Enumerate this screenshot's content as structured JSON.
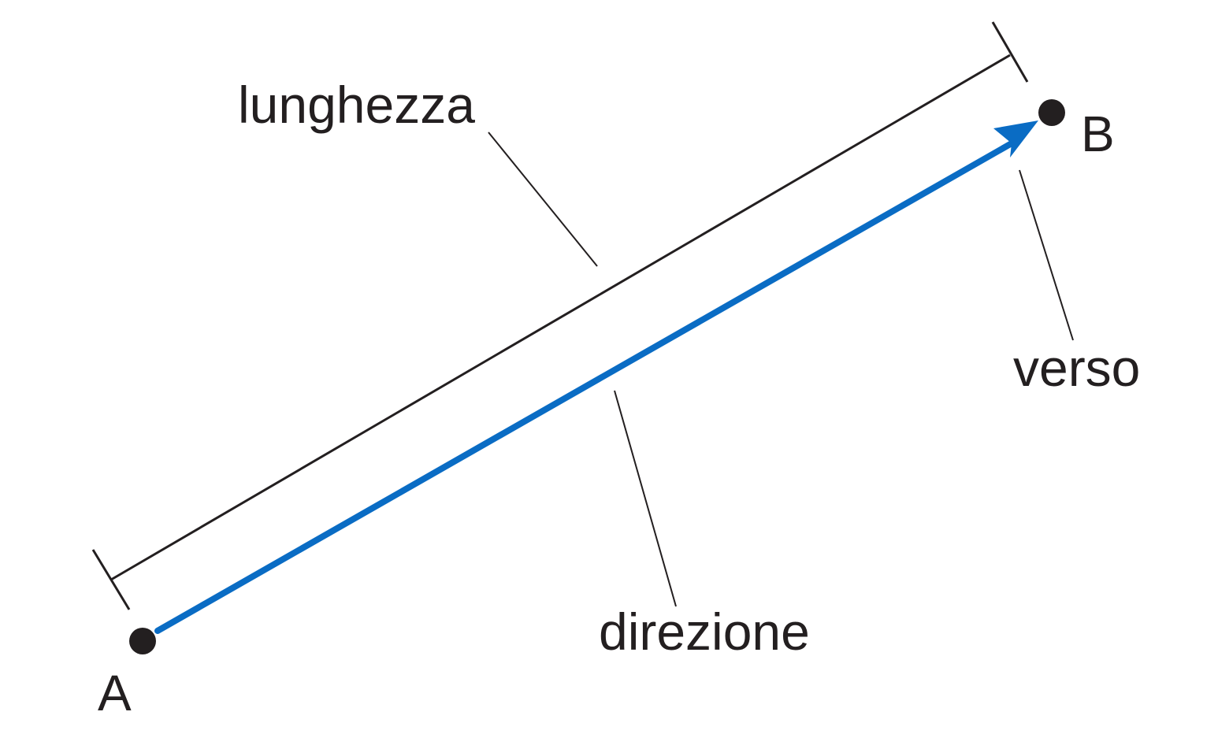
{
  "labels": {
    "length": "lunghezza",
    "direction": "direzione",
    "sense": "verso",
    "start_point": "A",
    "end_point": "B"
  },
  "colors": {
    "vector": "#0a6cc4",
    "ink": "#231f20",
    "background": "#ffffff"
  }
}
